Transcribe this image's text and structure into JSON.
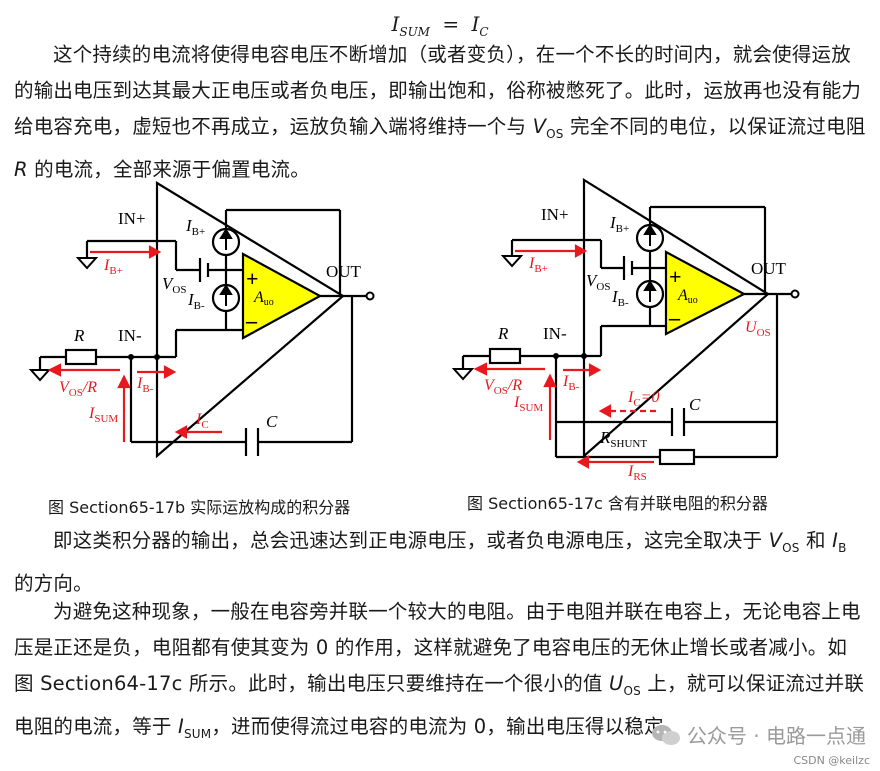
{
  "equation": {
    "lhs": "I",
    "lhs_sub": "SUM",
    "eq": "=",
    "rhs": "I",
    "rhs_sub": "C"
  },
  "para1": {
    "t1": "这个持续的电流将使得电容电压不断增加（或者变负），在一个不长的时间内，就会使得运放的输出电压到达其最大正电压或者负电压，即输出饱和，俗称被憋死了。此时，运放再也没有能力给电容充电，虚短也不再成立，运放负输入端将维持一个与 ",
    "v": "V",
    "v_sub": "OS",
    "t2": " 完全不同的电位，以保证流过电阻 ",
    "r": "R",
    "t3": " 的电流，全部来源于偏置电流。"
  },
  "fig_left": {
    "in_plus": "IN+",
    "ib_plus": "I",
    "ib_plus_sub": "B+",
    "ib_plus_red": "I",
    "ib_plus_red_sub": "B+",
    "vos": "V",
    "vos_sub": "OS",
    "ib_minus": "I",
    "ib_minus_sub": "B-",
    "plus": "+",
    "minus": "–",
    "auo": "A",
    "auo_sub": "uo",
    "out": "OUT",
    "r": "R",
    "in_minus": "IN-",
    "vosr": "V",
    "vosr_sub": "OS",
    "vosr_tail": "/R",
    "ibm_red": "I",
    "ibm_red_sub": "B-",
    "isum": "I",
    "isum_sub": "SUM",
    "ic": "I",
    "ic_sub": "C",
    "c": "C"
  },
  "fig_right": {
    "in_plus": "IN+",
    "ib_plus": "I",
    "ib_plus_sub": "B+",
    "ib_plus_red": "I",
    "ib_plus_red_sub": "B+",
    "vos": "V",
    "vos_sub": "OS",
    "ib_minus": "I",
    "ib_minus_sub": "B-",
    "plus": "+",
    "minus": "–",
    "auo": "A",
    "auo_sub": "uo",
    "out": "OUT",
    "uos": "U",
    "uos_sub": "OS",
    "r": "R",
    "in_minus": "IN-",
    "vosr": "V",
    "vosr_sub": "OS",
    "vosr_tail": "/R",
    "ibm_red": "I",
    "ibm_red_sub": "B-",
    "isum": "I",
    "isum_sub": "SUM",
    "ic0": "I",
    "ic0_sub": "C",
    "ic0_tail": "=0",
    "c": "C",
    "rshunt": "R",
    "rshunt_sub": "SHUNT",
    "irs": "I",
    "irs_sub": "RS"
  },
  "captions": {
    "left": "图 Section65-17b  实际运放构成的积分器",
    "right": "图 Section65-17c  含有并联电阻的积分器"
  },
  "para2": {
    "t1": "即这类积分器的输出，总会迅速达到正电源电压，或者负电源电压，这完全取决于 ",
    "v": "V",
    "v_sub": "OS",
    "t2": " 和 ",
    "i": "I",
    "i_sub": "B",
    "t3": " 的方向。"
  },
  "para3": {
    "t1": "为避免这种现象，一般在电容旁并联一个较大的电阻。由于电阻并联在电容上，无论电容上电压是正还是负，电阻都有使其变为 0 的作用，这样就避免了电容电压的无休止增长或者减小。如图 Section64-17c 所示。此时，输出电压只要维持在一个很小的值 ",
    "u": "U",
    "u_sub": "OS",
    "t2": " 上，就可以保证流过并联电阻的电流，等于 ",
    "i": "I",
    "i_sub": "SUM",
    "t3": "，进而使得流过电容的电流为 0，输出电压得以稳定。"
  },
  "watermark": {
    "text": "公众号 · 电路一点通",
    "csdn": "CSDN @keilzc"
  },
  "colors": {
    "red": "#e8191e",
    "yellow": "#ffff00",
    "text": "#1a1a1a"
  }
}
